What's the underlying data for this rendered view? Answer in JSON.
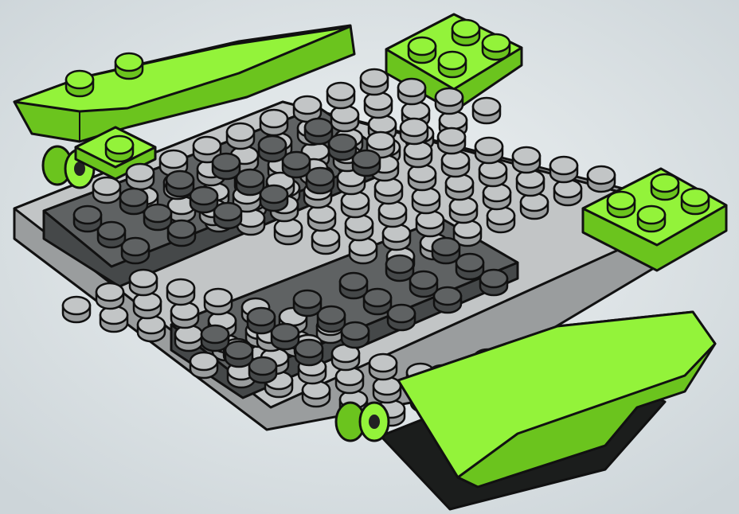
{
  "colors": {
    "background": "#dde3e6",
    "plate_light_gray": "#c2c5c6",
    "plate_light_gray_side": "#9a9d9e",
    "plate_dark_gray": "#5f6263",
    "plate_dark_gray_side": "#454849",
    "lime_green": "#93f33a",
    "lime_green_side": "#6bc41e",
    "outline": "#111111",
    "black_part": "#1b1d1c"
  },
  "parts": {
    "base_plate": "light-gray-base-plate",
    "dark_plates": [
      "dark-gray-plate-back",
      "dark-gray-plate-front"
    ],
    "green_plates": [
      "green-plate-2x2-back",
      "green-plate-2x2-right",
      "green-plate-1x2-left"
    ],
    "wings": [
      "green-curved-slope-left",
      "green-curved-slope-right"
    ],
    "connectors": [
      "green-pin-left",
      "green-pin-right"
    ],
    "black_bracket": "black-bracket-under-right-wing"
  }
}
